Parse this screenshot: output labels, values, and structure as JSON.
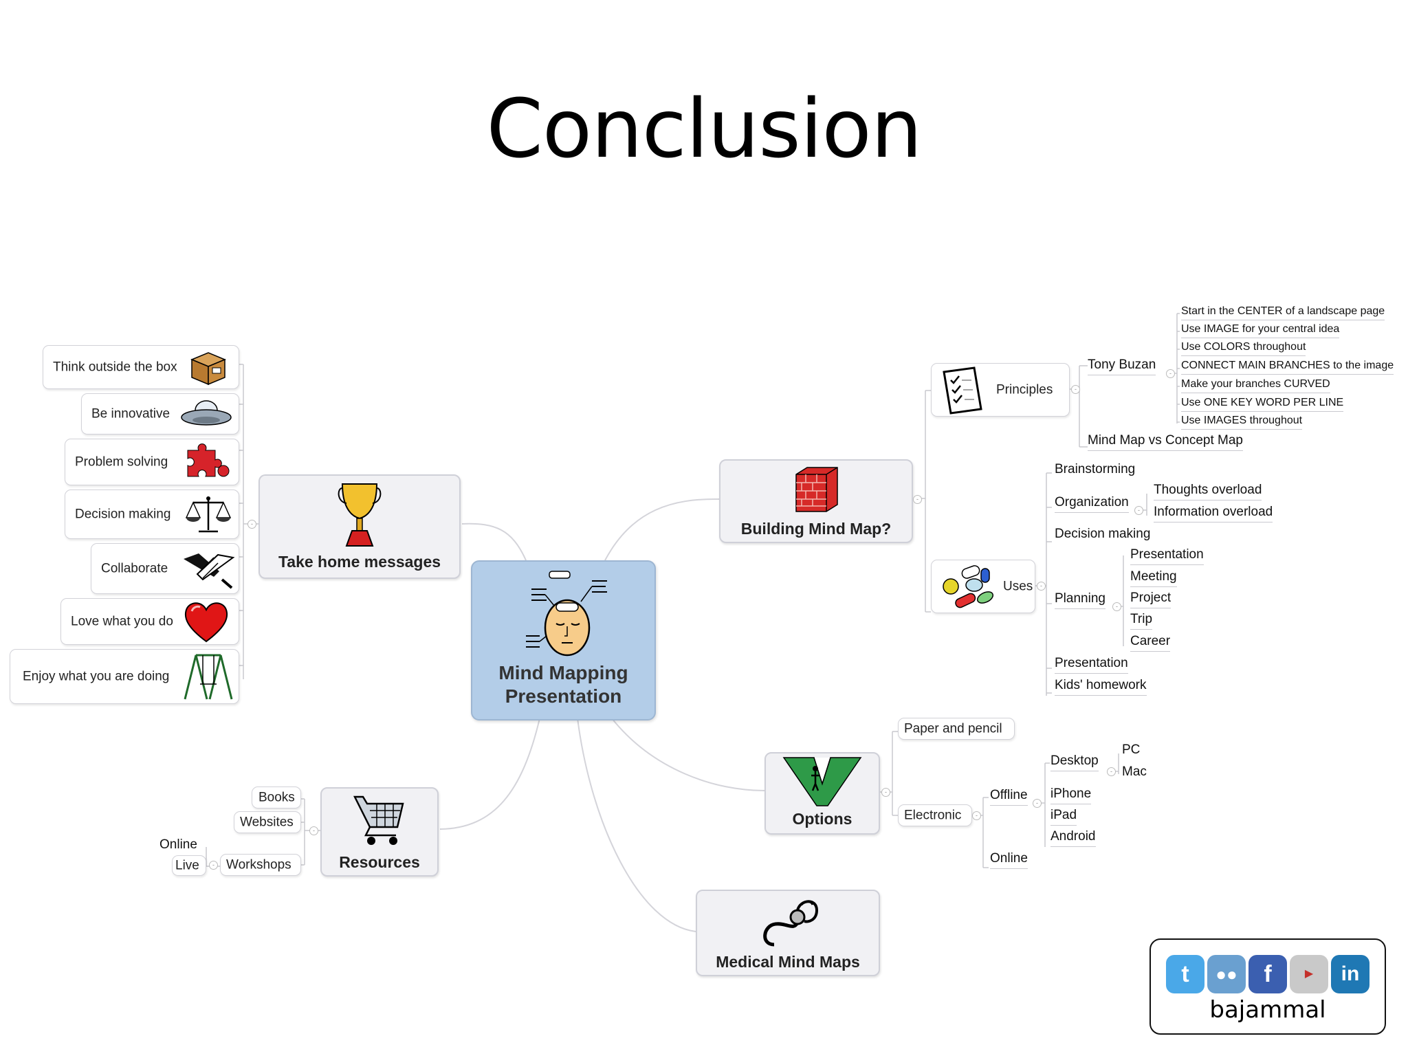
{
  "slide": {
    "title": "Conclusion"
  },
  "central": {
    "line1": "Mind Mapping",
    "line2": "Presentation"
  },
  "take_home": {
    "label": "Take home messages",
    "items": [
      "Think outside the box",
      "Be innovative",
      "Problem solving",
      "Decision making",
      "Collaborate",
      "Love what you do",
      "Enjoy what you are doing"
    ]
  },
  "resources": {
    "label": "Resources",
    "items": [
      "Books",
      "Websites",
      "Workshops"
    ],
    "workshops": [
      "Online",
      "Live"
    ]
  },
  "building": {
    "label": "Building Mind Map?",
    "principles": {
      "label": "Principles",
      "author": "Tony Buzan",
      "rules": [
        "Start in the CENTER of a landscape page",
        "Use IMAGE for your central idea",
        "Use COLORS throughout",
        "CONNECT MAIN BRANCHES to the image",
        "Make your branches CURVED",
        "Use ONE KEY WORD PER LINE",
        "Use IMAGES throughout"
      ],
      "comparison": "Mind Map vs Concept Map"
    },
    "uses": {
      "label": "Uses",
      "brainstorming": "Brainstorming",
      "organization": "Organization",
      "organization_items": [
        "Thoughts overload",
        "Information overload"
      ],
      "decision": "Decision making",
      "planning": "Planning",
      "planning_items": [
        "Presentation",
        "Meeting",
        "Project",
        "Trip",
        "Career"
      ],
      "presentation": "Presentation",
      "homework": "Kids' homework"
    }
  },
  "options": {
    "label": "Options",
    "paper": "Paper and pencil",
    "electronic": "Electronic",
    "offline": "Offline",
    "online": "Online",
    "desktop": "Desktop",
    "desktop_items": [
      "PC",
      "Mac"
    ],
    "mobile": [
      "iPhone",
      "iPad",
      "Android"
    ]
  },
  "medical": {
    "label": "Medical Mind Maps"
  },
  "social": {
    "handle": "bajammal",
    "icons": [
      "twitter-icon",
      "people-icon",
      "facebook-icon",
      "youtube-icon",
      "linkedin-icon"
    ]
  }
}
